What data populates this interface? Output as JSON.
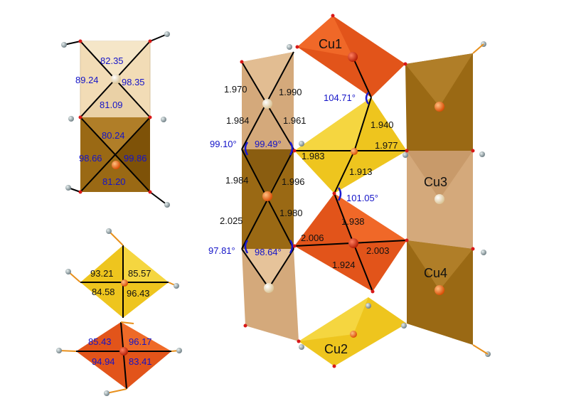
{
  "colors": {
    "pale_tan": "#f2dcb6",
    "tan": "#d4a97b",
    "brown": "#9a6914",
    "yellow": "#eec51e",
    "orange_red": "#e2541a",
    "angle_arc": "#1a1ad0",
    "ligand_gray": "#8b9aa0",
    "ligand_red": "#d81818",
    "bond_orange": "#e8901c"
  },
  "panels": {
    "a": {
      "top": "82.35",
      "left": "89.24",
      "right": "98.35",
      "bottom": "81.09"
    },
    "b": {
      "top": "80.24",
      "left": "98.66",
      "right": "99.86",
      "bottom": "81.20"
    },
    "c": {
      "tl": "93.21",
      "tr": "85.57",
      "bl": "84.58",
      "br": "96.43"
    },
    "d": {
      "tl": "85.43",
      "tr": "96.17",
      "bl": "94.94",
      "br": "83.41"
    }
  },
  "centers": {
    "cu1": "Cu1",
    "cu2": "Cu2",
    "cu3": "Cu3",
    "cu4": "Cu4"
  },
  "distances": {
    "d1970": "1.970",
    "d1990": "1.990",
    "d1984a": "1.984",
    "d1961": "1.961",
    "d1984b": "1.984",
    "d1996": "1.996",
    "d2025": "2.025",
    "d1980": "1.980",
    "d1940": "1.940",
    "d1983": "1.983",
    "d1977": "1.977",
    "d1913": "1.913",
    "d1938": "1.938",
    "d2006": "2.006",
    "d2003": "2.003",
    "d1924": "1.924"
  },
  "angles": {
    "a10471": "104.71°",
    "a9910": "99.10°",
    "a9949": "99.49°",
    "a10105": "101.05°",
    "a9781": "97.81°",
    "a9864": "98.64°"
  }
}
